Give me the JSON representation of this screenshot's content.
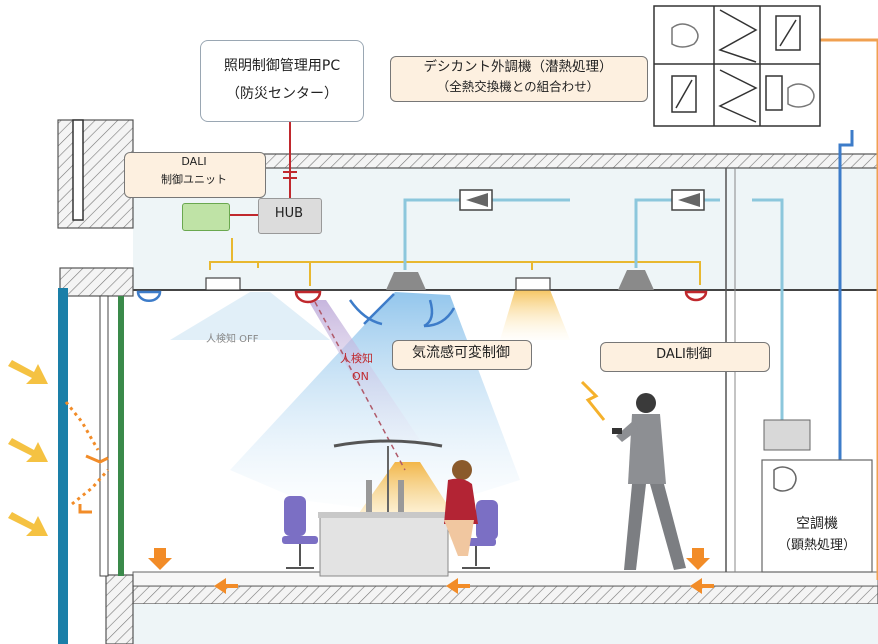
{
  "labels": {
    "pc_line1": "照明制御管理用PC",
    "pc_line2": "（防災センター）",
    "dali_unit_line1": "DALI",
    "dali_unit_line2": "制御ユニット",
    "hub": "HUB",
    "desiccant_line1": "デシカント外調機（潜熱処理）",
    "desiccant_line2": "（全熱交換機との組合わせ）",
    "airflow_control": "気流感可変制御",
    "dali_control": "DALI制御",
    "detect_off": "人検知 OFF",
    "detect_on_line1": "人検知",
    "detect_on_line2": "ON",
    "ahu_line1": "空調機",
    "ahu_line2": "（顕熱処理）"
  },
  "colors": {
    "pipe_lightblue": "#8cc7dc",
    "pipe_blue": "#3d7cc9",
    "pipe_orange": "#f0a050",
    "wire_red": "#c0282d",
    "wire_yellow": "#e8b830",
    "arrow_orange": "#f28c28",
    "sun_yellow": "#f5c242",
    "window_teal": "#1a7fa8",
    "structure": "#555555"
  }
}
